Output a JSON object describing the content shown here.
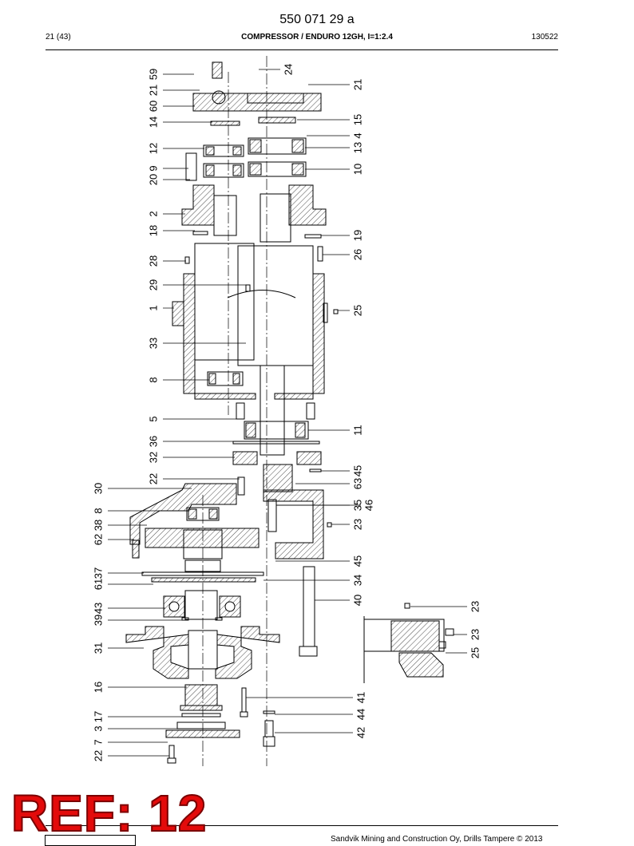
{
  "header": {
    "doc_number": "550 071 29 a",
    "page": "21 (43)",
    "title": "COMPRESSOR / ENDURO 12GH, I=1:2.4",
    "date_code": "130522"
  },
  "callouts": {
    "left": [
      {
        "label": "59"
      },
      {
        "label": "21"
      },
      {
        "label": "60"
      },
      {
        "label": "14"
      },
      {
        "label": "12"
      },
      {
        "label": "9"
      },
      {
        "label": "20"
      },
      {
        "label": "2"
      },
      {
        "label": "18"
      },
      {
        "label": "28"
      },
      {
        "label": "29"
      },
      {
        "label": "1"
      },
      {
        "label": "33"
      },
      {
        "label": "8"
      },
      {
        "label": "5"
      },
      {
        "label": "36"
      },
      {
        "label": "32"
      },
      {
        "label": "22"
      },
      {
        "label": "30"
      },
      {
        "label": "8"
      },
      {
        "label": "38"
      },
      {
        "label": "62"
      },
      {
        "label": "37"
      },
      {
        "label": "61"
      },
      {
        "label": "43"
      },
      {
        "label": "39"
      },
      {
        "label": "31"
      },
      {
        "label": "16"
      },
      {
        "label": "17"
      },
      {
        "label": "3"
      },
      {
        "label": "7"
      },
      {
        "label": "22"
      }
    ],
    "right": [
      {
        "label": "24"
      },
      {
        "label": "21"
      },
      {
        "label": "15"
      },
      {
        "label": "4"
      },
      {
        "label": "13"
      },
      {
        "label": "10"
      },
      {
        "label": "19"
      },
      {
        "label": "26"
      },
      {
        "label": "25"
      },
      {
        "label": "11"
      },
      {
        "label": "45"
      },
      {
        "label": "63"
      },
      {
        "label": "35"
      },
      {
        "label": "46"
      },
      {
        "label": "23"
      },
      {
        "label": "45"
      },
      {
        "label": "34"
      },
      {
        "label": "40"
      },
      {
        "label": "23"
      },
      {
        "label": "23"
      },
      {
        "label": "25"
      },
      {
        "label": "41"
      },
      {
        "label": "44"
      },
      {
        "label": "42"
      }
    ]
  },
  "ref_label": "REF: 12",
  "footer": {
    "copyright": "Sandvik Mining and Construction Oy, Drills Tampere © 2013"
  }
}
